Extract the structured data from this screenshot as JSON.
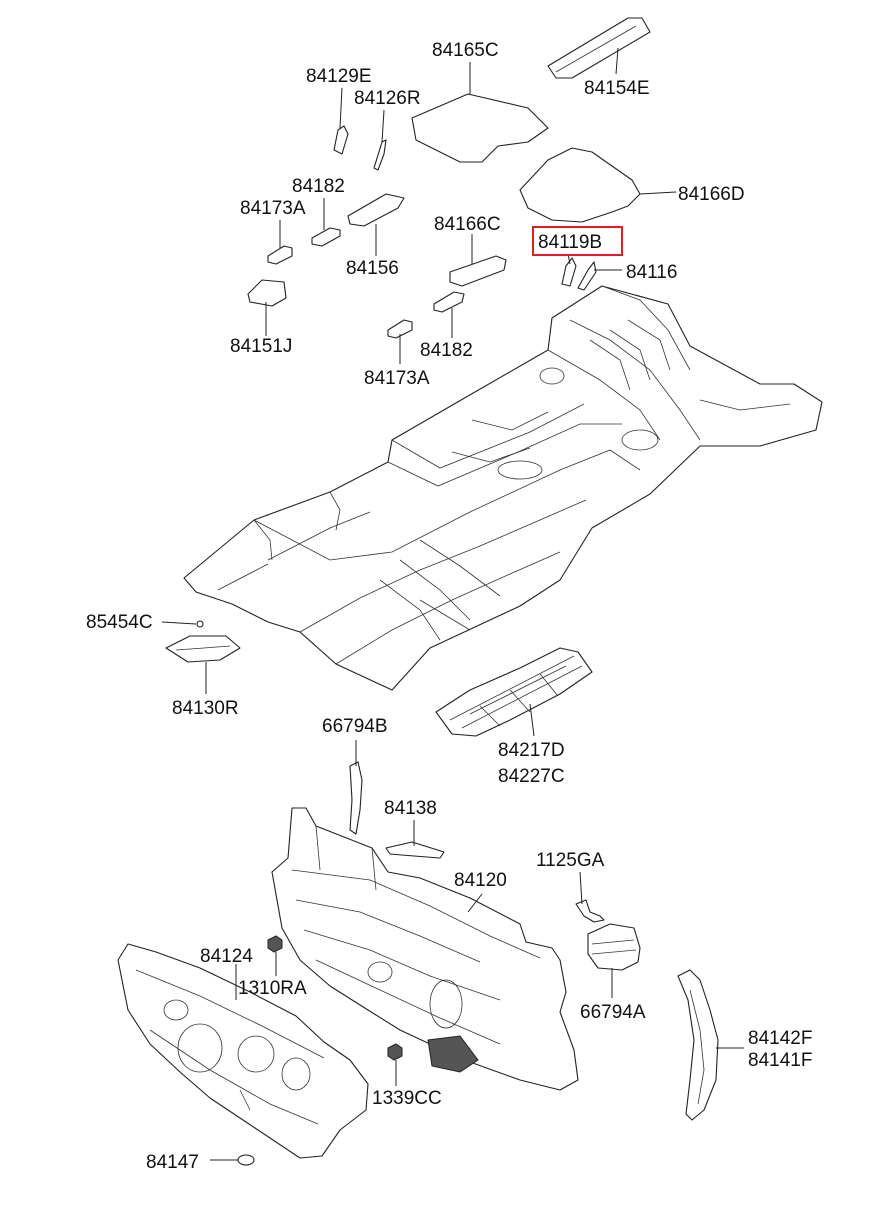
{
  "labels": {
    "l84165C": "84165C",
    "l84154E": "84154E",
    "l84129E": "84129E",
    "l84126R": "84126R",
    "l84166D": "84166D",
    "l84182a": "84182",
    "l84173Aa": "84173A",
    "l84156": "84156",
    "l84166C": "84166C",
    "l84119B": "84119B",
    "l84116": "84116",
    "l84151J": "84151J",
    "l84182b": "84182",
    "l84173Ab": "84173A",
    "l85454C": "85454C",
    "l84130R": "84130R",
    "l84217D": "84217D",
    "l84227C": "84227C",
    "l66794B": "66794B",
    "l84138": "84138",
    "l1125GA": "1125GA",
    "l84120": "84120",
    "l84124": "84124",
    "l1310RA": "1310RA",
    "l66794A": "66794A",
    "l84142F": "84142F",
    "l84141F": "84141F",
    "l1339CC": "1339CC",
    "l84147": "84147"
  },
  "highlight": {
    "part_number": "84119B",
    "color": "#e02020"
  }
}
